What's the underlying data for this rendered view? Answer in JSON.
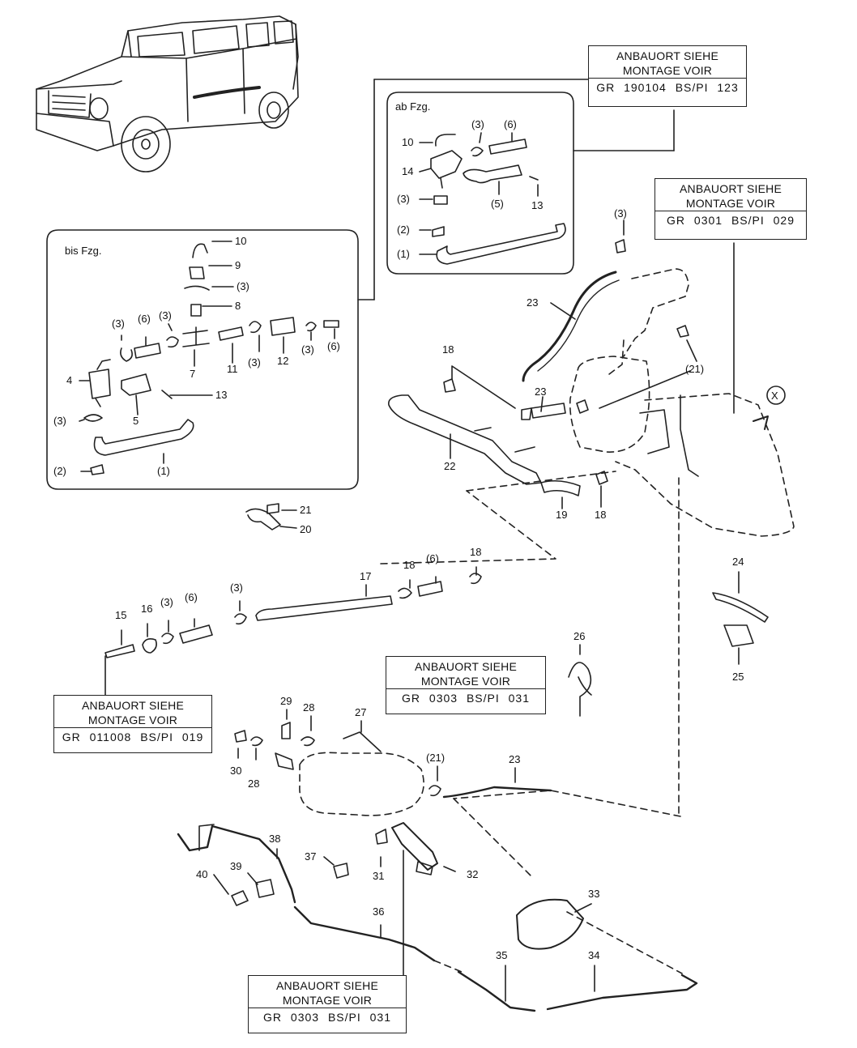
{
  "insets": {
    "bis": "bis Fzg.",
    "ab": "ab Fzg."
  },
  "references": [
    {
      "line1": "ANBAUORT SIEHE",
      "line2": "MONTAGE VOIR",
      "line3": "GR  190104  BS/PI  123"
    },
    {
      "line1": "ANBAUORT SIEHE",
      "line2": "MONTAGE VOIR",
      "line3": "GR  0301  BS/PI  029"
    },
    {
      "line1": "ANBAUORT SIEHE",
      "line2": "MONTAGE VOIR",
      "line3": "GR  011008  BS/PI  019"
    },
    {
      "line1": "ANBAUORT SIEHE",
      "line2": "MONTAGE VOIR",
      "line3": "GR  0303  BS/PI  031"
    },
    {
      "line1": "ANBAUORT SIEHE",
      "line2": "MONTAGE VOIR",
      "line3": "GR  0303  BS/PI  031"
    }
  ],
  "callouts": {
    "left": [
      "10",
      "9",
      "(3)",
      "8",
      "(3)",
      "(6)",
      "(3)",
      "(3)",
      "(3)",
      "(6)",
      "4",
      "7",
      "11",
      "12",
      "13",
      "5",
      "(3)",
      "(1)",
      "(2)"
    ],
    "top": [
      "(3)",
      "(6)",
      "10",
      "14",
      "(3)",
      "(5)",
      "13",
      "(2)",
      "(1)"
    ],
    "tank": [
      "(3)",
      "23",
      "18",
      "23",
      "(21)",
      "22",
      "19",
      "18",
      "X"
    ],
    "mid": [
      "21",
      "20",
      "17",
      "18",
      "(6)",
      "18",
      "15",
      "16",
      "(3)",
      "(6)",
      "(3)",
      "24",
      "25",
      "26"
    ],
    "bottom": [
      "29",
      "28",
      "27",
      "30",
      "28",
      "(21)",
      "23",
      "38",
      "37",
      "31",
      "32",
      "40",
      "39",
      "36",
      "33",
      "35",
      "34"
    ]
  }
}
